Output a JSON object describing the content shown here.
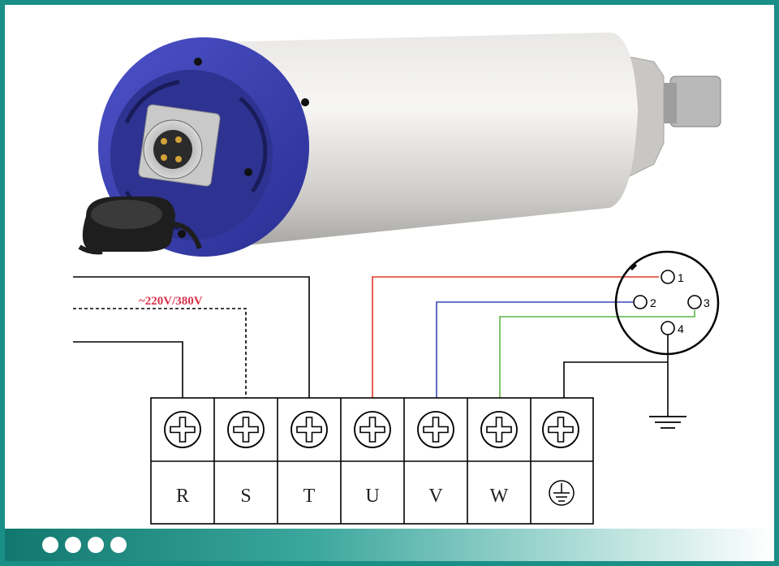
{
  "voltage_label": "~220V/380V",
  "terminals": [
    "R",
    "S",
    "T",
    "U",
    "V",
    "W"
  ],
  "ground_symbol": "ground-icon",
  "connector_pins": [
    "1",
    "2",
    "3",
    "4"
  ],
  "colors": {
    "frame": "#1a8f86",
    "spindle_cap": "#3a3fb0",
    "wire_u": "#e03a2a",
    "wire_v": "#3a4ab8",
    "wire_w": "#5cb548",
    "voltage_text": "#d9304a"
  },
  "footer": {
    "dots": 4
  }
}
